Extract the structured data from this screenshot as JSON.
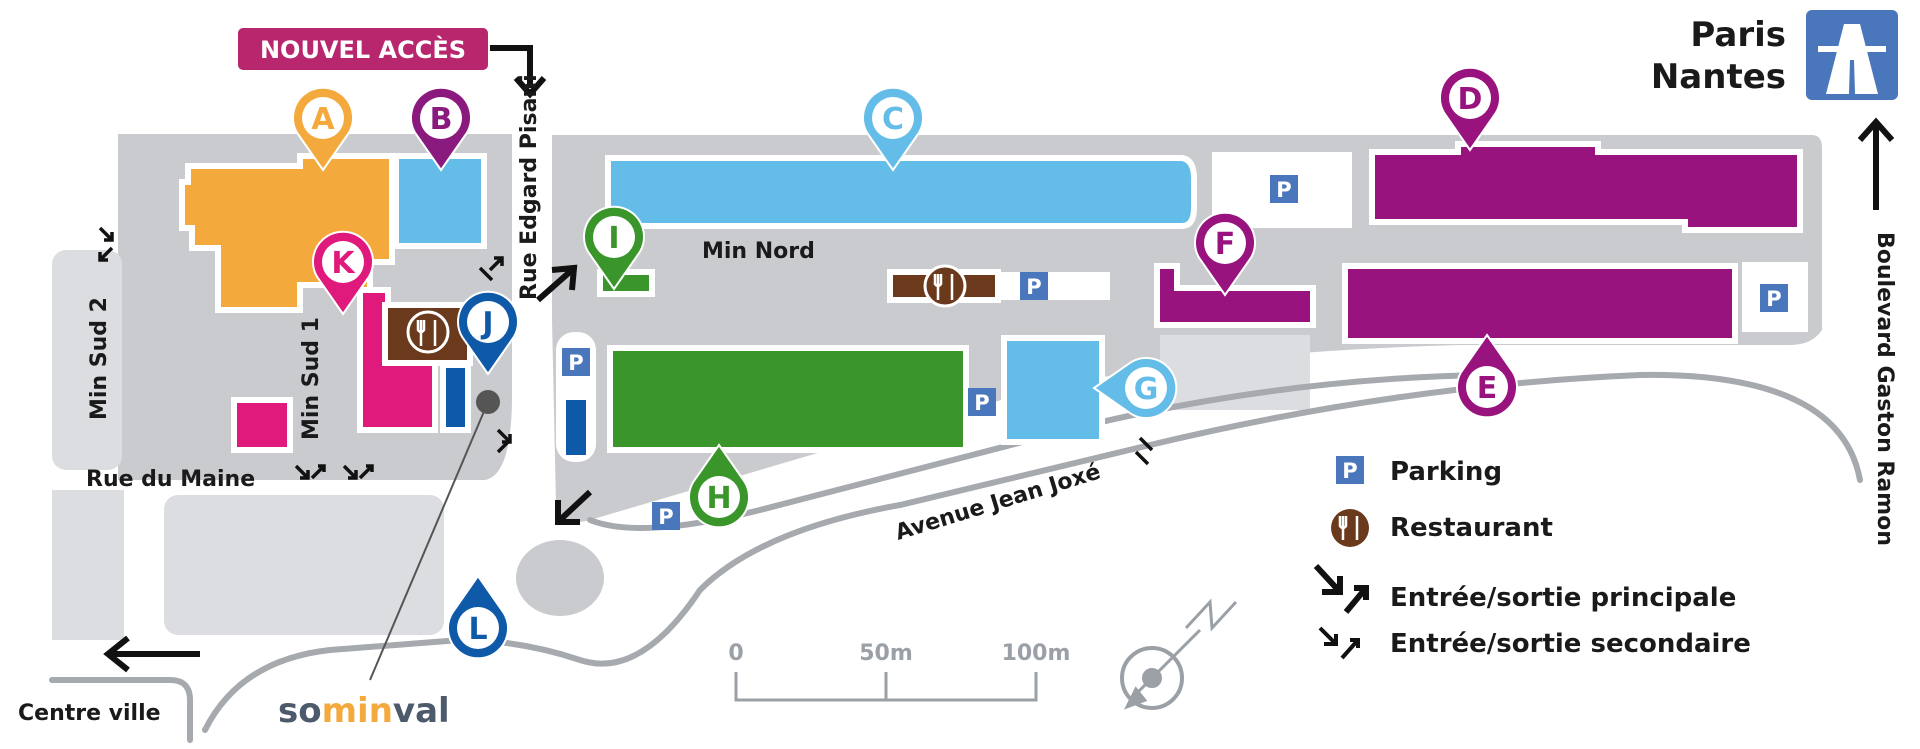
{
  "new_access": {
    "label": "NOUVEL ACCÈS"
  },
  "destination": {
    "line1": "Paris",
    "line2": "Nantes"
  },
  "streets": {
    "rue_edgard_pisani": "Rue Edgard Pisani",
    "min_nord": "Min Nord",
    "min_sud_2": "Min Sud 2",
    "min_sud_1": "Min Sud 1",
    "rue_du_maine": "Rue du Maine",
    "avenue_jean_joxe": "Avenue Jean Joxé",
    "boulevard_gaston_ramon": "Boulevard Gaston Ramon",
    "centre_ville": "Centre ville"
  },
  "pins": {
    "A": {
      "letter": "A",
      "color": "#f4a93d"
    },
    "B": {
      "letter": "B",
      "color": "#8b1a7f"
    },
    "C": {
      "letter": "C",
      "color": "#64bde8"
    },
    "D": {
      "letter": "D",
      "color": "#98137d"
    },
    "E": {
      "letter": "E",
      "color": "#98137d"
    },
    "F": {
      "letter": "F",
      "color": "#98137d"
    },
    "G": {
      "letter": "G",
      "color": "#64bde8"
    },
    "H": {
      "letter": "H",
      "color": "#3a962b"
    },
    "I": {
      "letter": "I",
      "color": "#3a962b"
    },
    "J": {
      "letter": "J",
      "color": "#0f5aa8"
    },
    "K": {
      "letter": "K",
      "color": "#e0197d"
    },
    "L": {
      "letter": "L",
      "color": "#0f5aa8"
    }
  },
  "parking_symbol": "P",
  "logo": {
    "part1": "so",
    "part2": "min",
    "part3": "val"
  },
  "legend": {
    "parking": "Parking",
    "restaurant": "Restaurant",
    "main_entry": "Entrée/sortie principale",
    "secondary_entry": "Entrée/sortie secondaire"
  },
  "scale": {
    "labels": [
      "0",
      "50m",
      "100m"
    ]
  },
  "colors": {
    "orange": "#f4a93d",
    "light_blue": "#64bde8",
    "purple": "#98137d",
    "green": "#3a962b",
    "pink": "#e0197d",
    "dark_blue": "#0f5aa8",
    "brown": "#6b3a1c",
    "gray_area": "#c9cbce",
    "road": "#a6a9ad",
    "parking_blue": "#4a76bb",
    "new_access_magenta": "#b8276e"
  }
}
